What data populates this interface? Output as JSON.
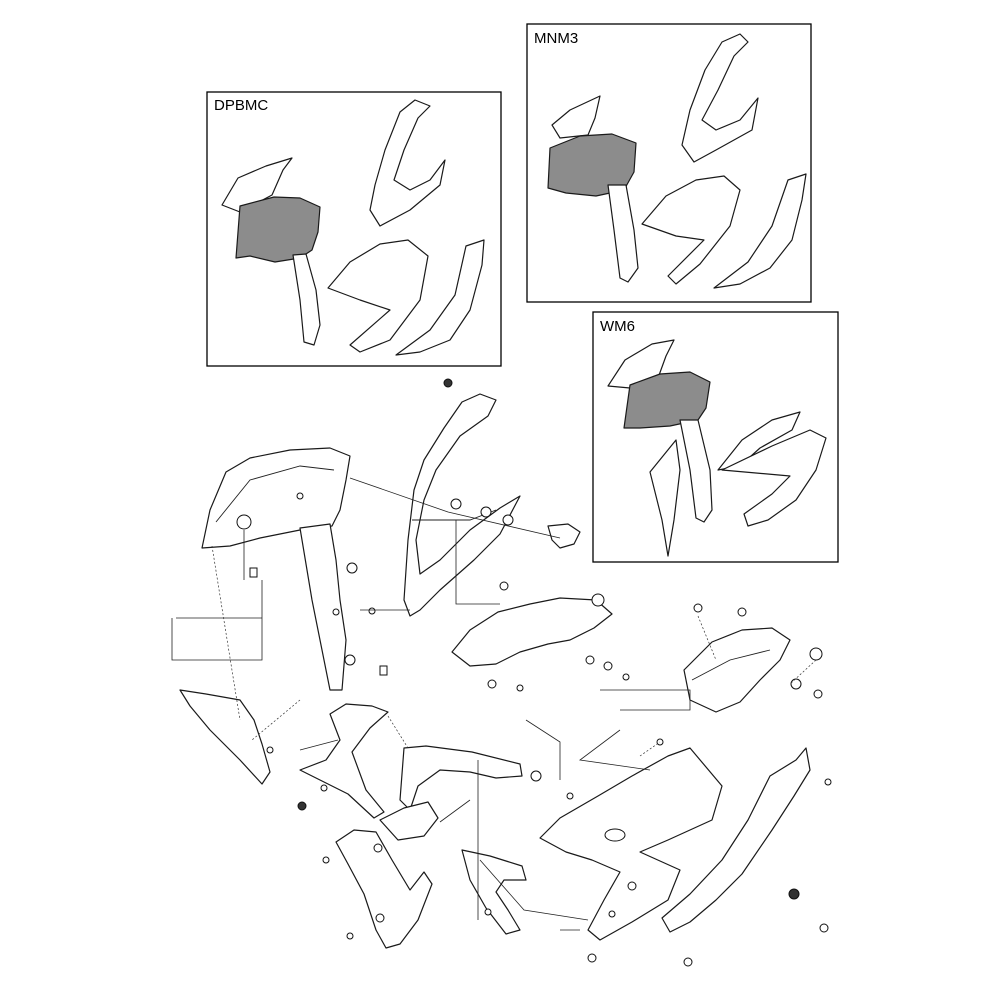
{
  "variants": {
    "dpbmc": {
      "label": "DPBMC"
    },
    "mnm3": {
      "label": "MNM3"
    },
    "wm6": {
      "label": "WM6"
    }
  },
  "colors": {
    "line": "#1a1a1a",
    "highlight_fill": "#8c8c8c",
    "background": "#ffffff"
  }
}
